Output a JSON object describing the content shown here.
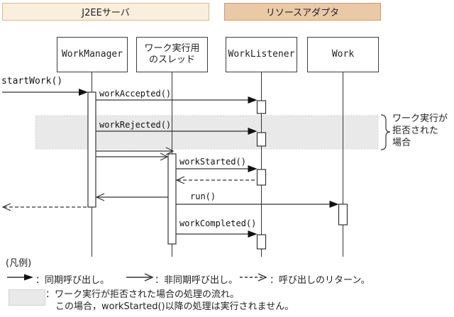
{
  "headers": {
    "j2ee_server": "J2EEサーバ",
    "resource_adapter": "リソースアダプタ"
  },
  "participants": {
    "work_manager": "WorkManager",
    "work_thread": "ワーク実行用\nのスレッド",
    "work_listener": "WorkListener",
    "work": "Work"
  },
  "messages": {
    "start_work": "startWork()",
    "work_accepted": "workAccepted()",
    "work_rejected": "workRejected()",
    "work_started": "workStarted()",
    "run": "run()",
    "work_completed": "workCompleted()"
  },
  "annotation": {
    "rejected_case": "ワーク実行が\n拒否された\n場合"
  },
  "legend": {
    "title": "(凡例)",
    "sync": "：同期呼び出し。",
    "async": "：非同期呼び出し。",
    "return": "：呼び出しのリターン。",
    "gray_line1": "：ワーク実行が拒否された場合の処理の流れ。",
    "gray_line2": "この場合，workStarted()以降の処理は実行されません。"
  },
  "colors": {
    "j2ee_header_bg": "#faeedd",
    "j2ee_header_border": "#dcb88e",
    "adapter_header_bg": "#eac9a6",
    "adapter_header_border": "#cf9e6b",
    "rejected_band": "#e9e9e9",
    "line": "#333333"
  }
}
